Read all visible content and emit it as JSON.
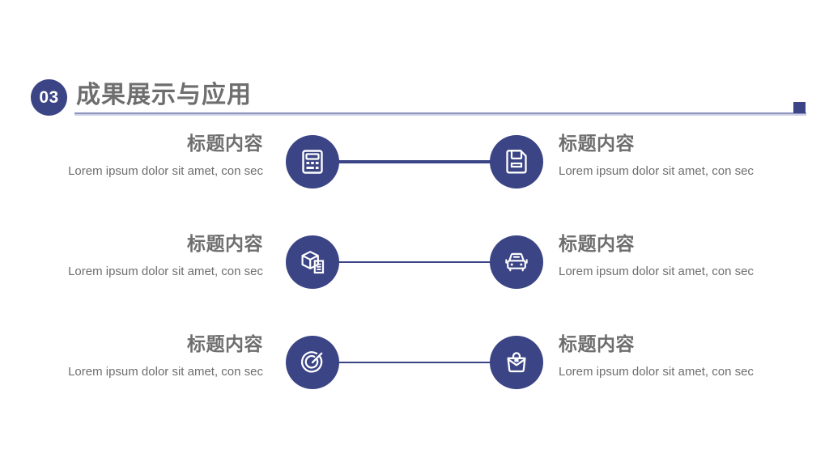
{
  "header": {
    "badge_number": "03",
    "title": "成果展示与应用",
    "accent_color": "#3b4485",
    "rule_color": "#8e93c0",
    "title_color": "#6e6e6e",
    "decoration": "square-marker"
  },
  "rows": [
    {
      "connector_style": "thick",
      "left": {
        "icon": "calculator-icon",
        "title": "标题内容",
        "desc": "Lorem ipsum dolor sit amet, con sec"
      },
      "right": {
        "icon": "floppy-disk-save-icon",
        "title": "标题内容",
        "desc": "Lorem ipsum dolor sit amet, con sec"
      }
    },
    {
      "connector_style": "thin",
      "left": {
        "icon": "box-package-document-icon",
        "title": "标题内容",
        "desc": "Lorem ipsum dolor sit amet, con sec"
      },
      "right": {
        "icon": "car-front-icon",
        "title": "标题内容",
        "desc": "Lorem ipsum dolor sit amet, con sec"
      }
    },
    {
      "connector_style": "thin",
      "left": {
        "icon": "target-arrow-icon",
        "title": "标题内容",
        "desc": "Lorem ipsum dolor sit amet, con sec"
      },
      "right": {
        "icon": "briefcase-lock-icon",
        "title": "标题内容",
        "desc": "Lorem ipsum dolor sit amet, con sec"
      }
    }
  ]
}
